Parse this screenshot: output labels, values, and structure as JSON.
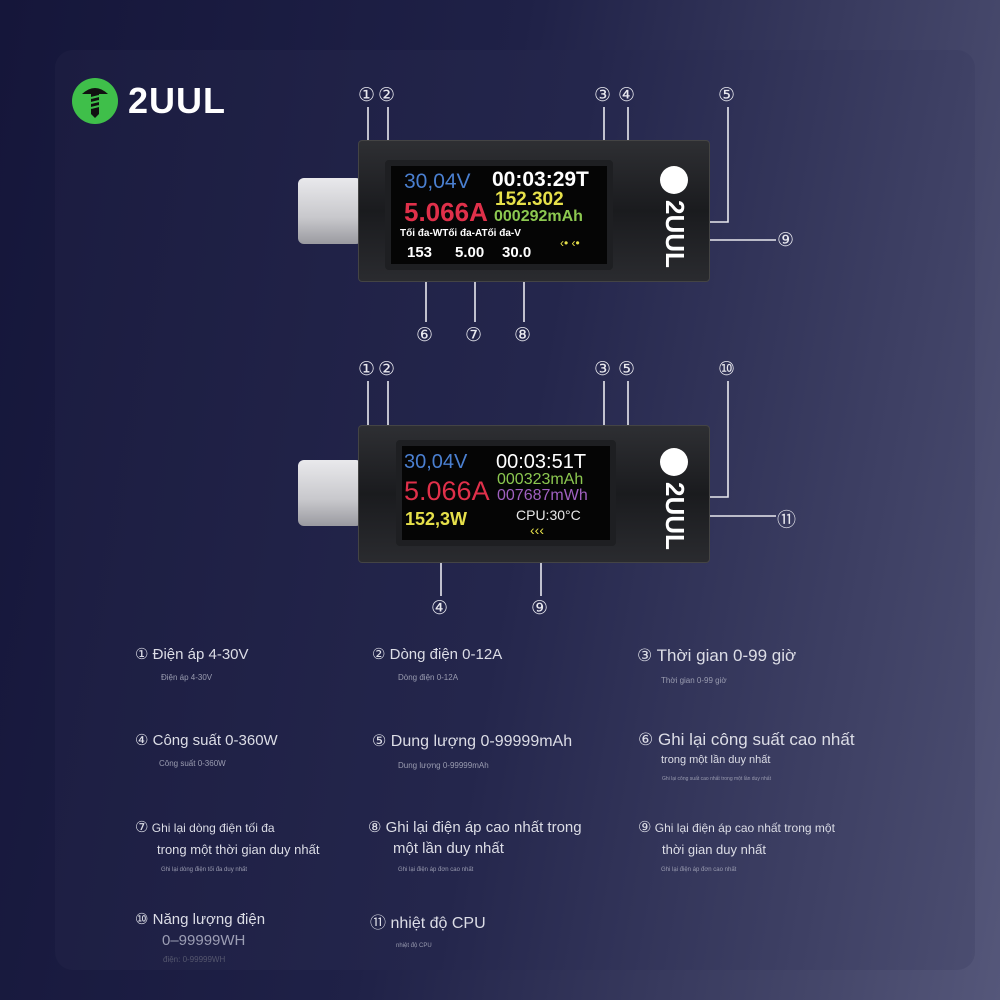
{
  "brand": {
    "name": "2UUL"
  },
  "device1": {
    "voltage": "30,04V",
    "timer": "00:03:29T",
    "current": "5.066A",
    "value_yellow": "152.302",
    "capacity": "000292mAh",
    "max_labels": "Tối đa-WTối đa-ATối đa-V",
    "max_w": "153",
    "max_a": "5.00",
    "max_v": "30.0",
    "arrows": "‹• ‹•",
    "callouts": {
      "c1": "①",
      "c2": "②",
      "c3": "③",
      "c4": "④",
      "c5": "⑤",
      "c6": "⑥",
      "c7": "⑦",
      "c8": "⑧",
      "c9": "⑨"
    }
  },
  "device2": {
    "voltage": "30,04V",
    "timer": "00:03:51T",
    "current": "5.066A",
    "capacity": "000323mAh",
    "energy": "007687mWh",
    "power": "152,3W",
    "cpu": "CPU:30°C",
    "arrows": "‹‹‹",
    "callouts": {
      "c1": "①",
      "c2": "②",
      "c3": "③",
      "c5": "⑤",
      "c10": "⑩",
      "c4": "④",
      "c9": "⑨",
      "c11": "⑪"
    }
  },
  "features": [
    {
      "num": "①",
      "title": "Điện áp 4-30V",
      "sub": "Điện áp 4-30V"
    },
    {
      "num": "②",
      "title": "Dòng điện 0-12A",
      "sub": "Dòng điện 0-12A"
    },
    {
      "num": "③",
      "title": "Thời gian 0-99 giờ",
      "sub": "Thời gian 0-99 giờ"
    },
    {
      "num": "④",
      "title": "Công suất 0-360W",
      "sub": "Công suất 0-360W"
    },
    {
      "num": "⑤",
      "title": "Dung lượng 0-99999mAh",
      "sub": "Dung lượng 0-99999mAh"
    },
    {
      "num": "⑥",
      "title": "Ghi lại công suất cao nhất",
      "title2": "trong một lần duy nhất",
      "sub": "Ghi lại công suất cao nhất trong một lần duy nhất"
    },
    {
      "num": "⑦",
      "title": "Ghi lại dòng điện tối đa",
      "title2": "trong một thời gian duy nhất",
      "sub": "Ghi lại dòng điện tối đa duy nhất"
    },
    {
      "num": "⑧",
      "title": "Ghi lại điện áp cao nhất trong",
      "title2": "một lần duy nhất",
      "sub": "Ghi lại điện áp đơn cao nhất"
    },
    {
      "num": "⑨",
      "title": "Ghi lại điện áp cao nhất trong một",
      "title2": "thời gian duy nhất",
      "sub": "Ghi lại điện áp đơn cao nhất"
    },
    {
      "num": "⑩",
      "title": "Năng lượng điện",
      "title2": "0–99999WH",
      "sub": "điện: 0-99999WH"
    },
    {
      "num": "⑪",
      "title": "nhiệt độ CPU",
      "sub": "nhiệt độ CPU"
    }
  ],
  "colors": {
    "logo_green": "#3fbf4a",
    "blue": "#4a7fd0",
    "red": "#e0304a",
    "yellow": "#e6e04a",
    "green": "#8cc850",
    "purple": "#a060c0"
  }
}
